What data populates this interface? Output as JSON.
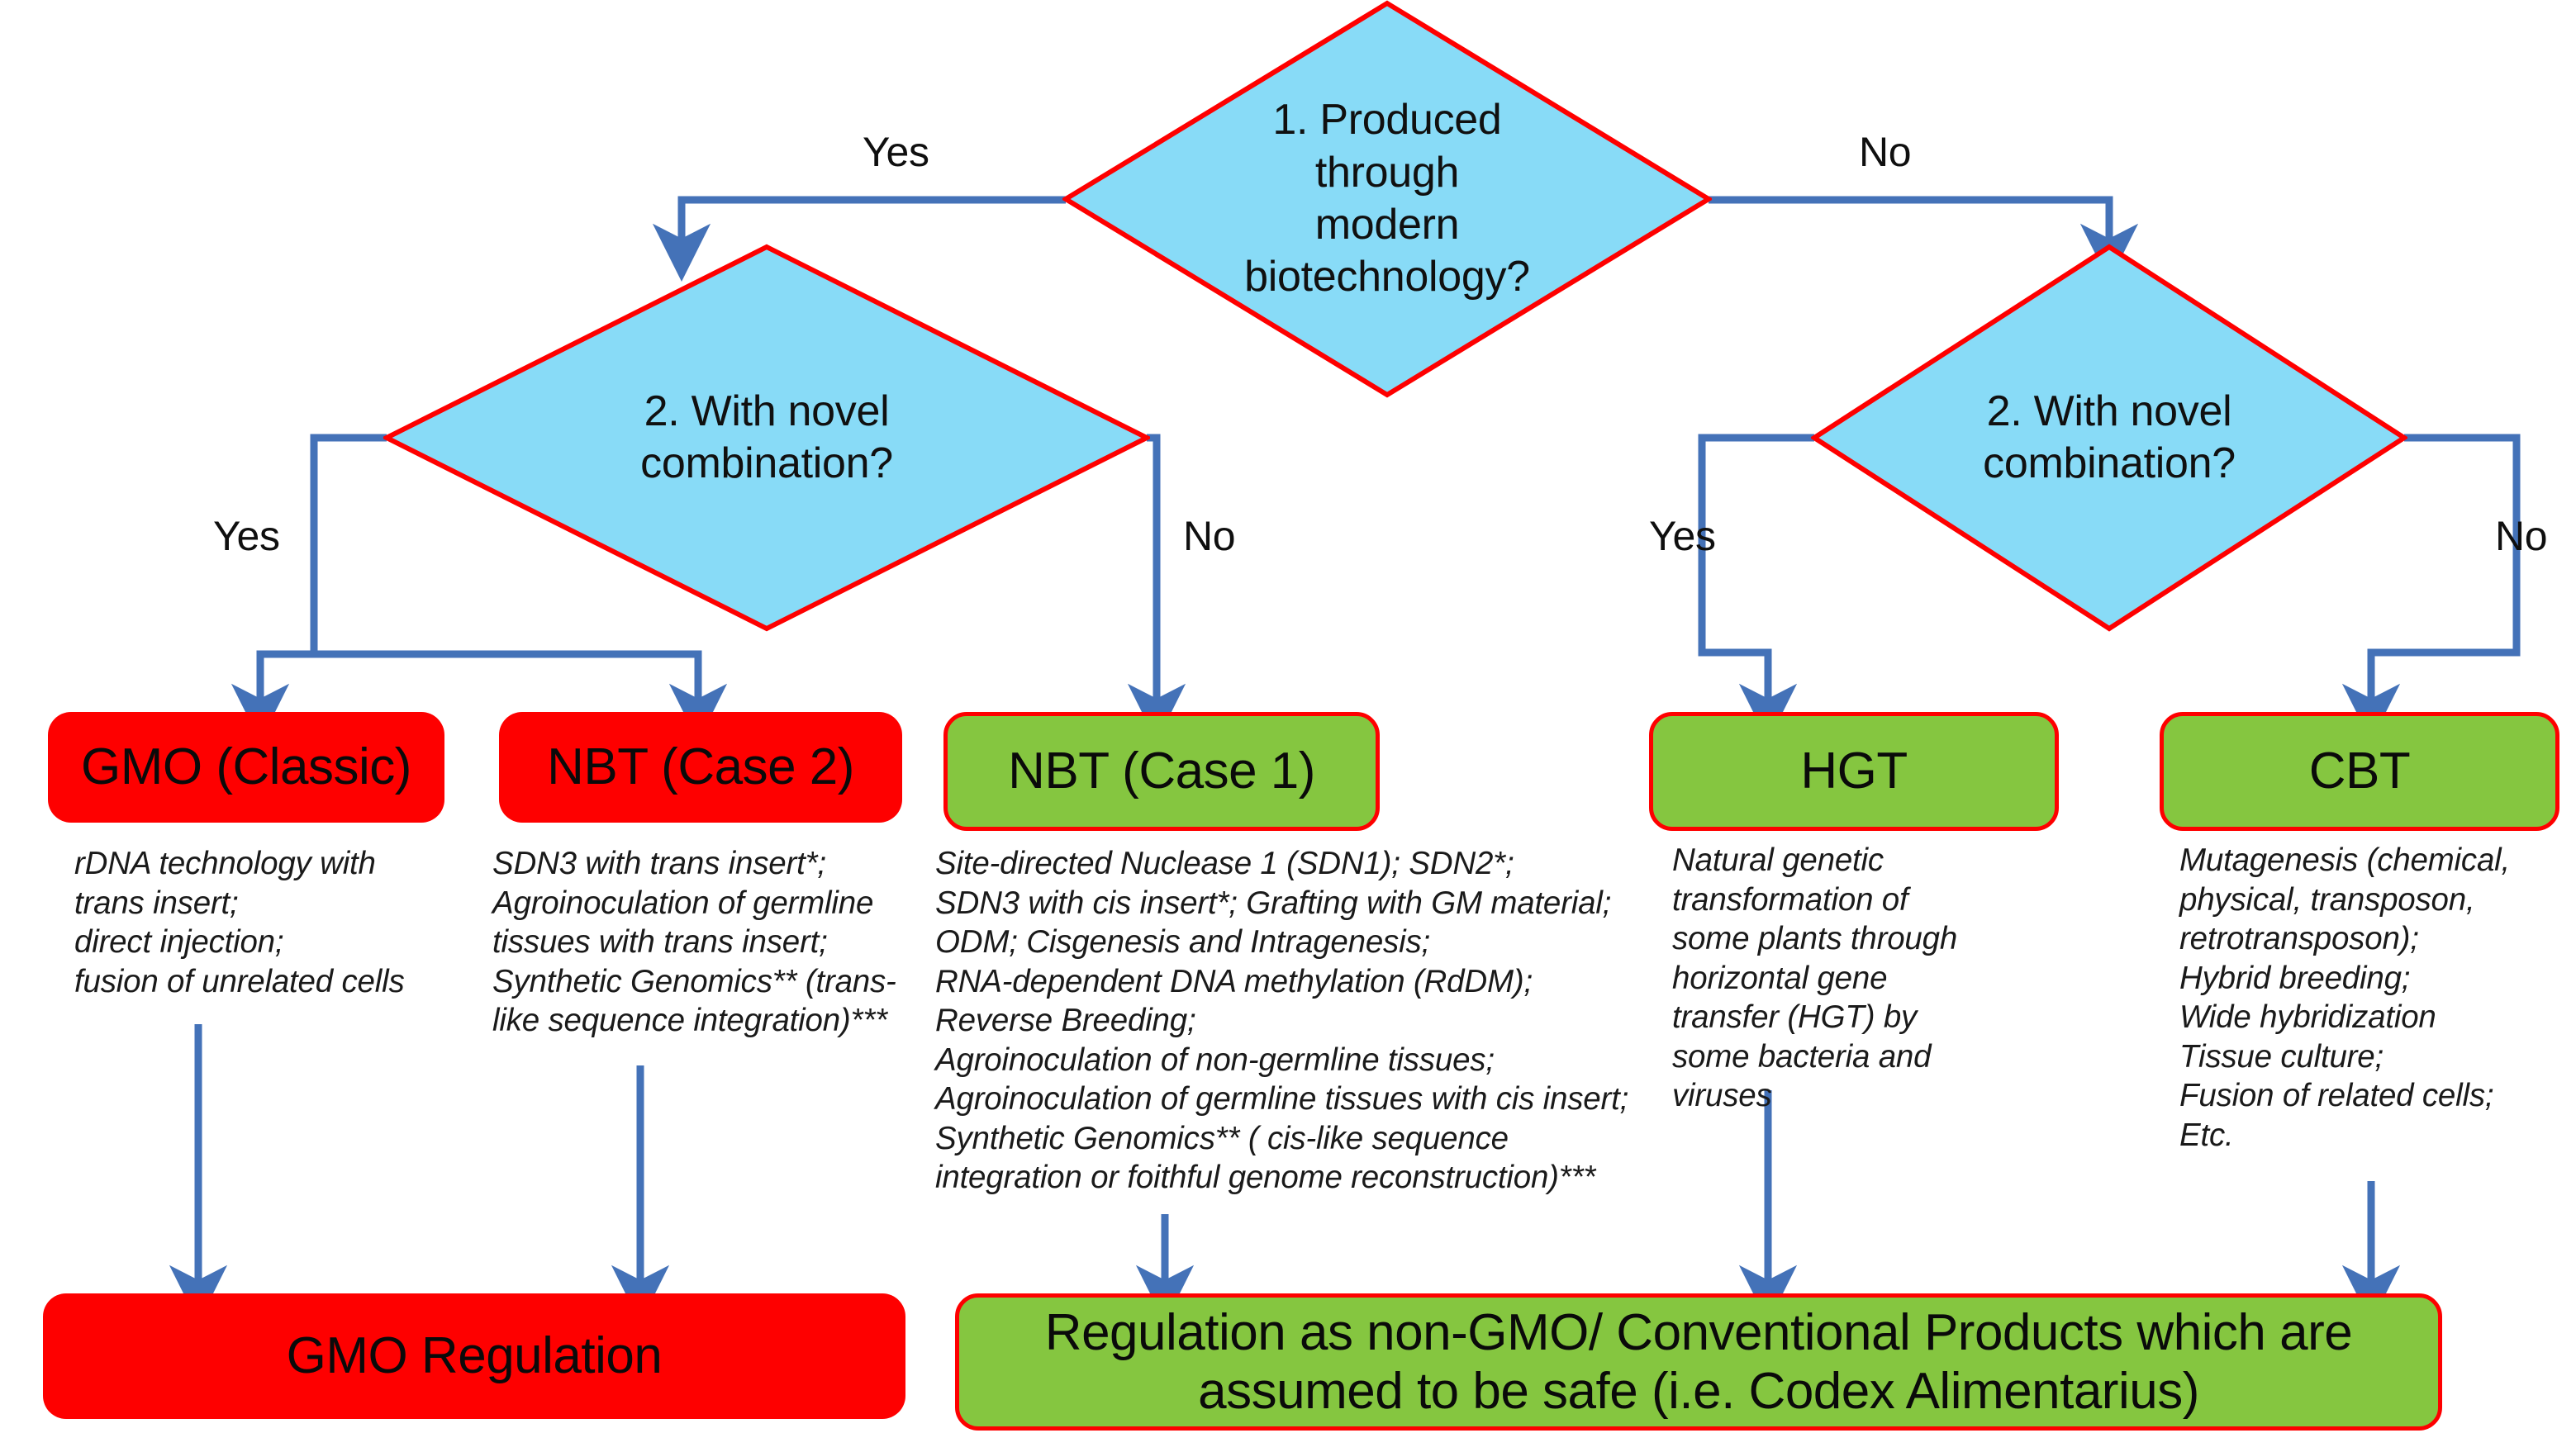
{
  "colors": {
    "diamond_fill": "#88dbf7",
    "diamond_stroke": "#fe0000",
    "connector": "#4472b8",
    "gmo_red": "#fe0000",
    "non_gmo_green": "#85c640",
    "text": "#101010"
  },
  "decisions": {
    "q1": {
      "text": "1. Produced\nthrough\nmodern\nbiotechnology?"
    },
    "q2_left": {
      "text": "2. With novel\ncombination?"
    },
    "q2_right": {
      "text": "2. With novel\ncombination?"
    }
  },
  "edge_labels": {
    "q1_yes": "Yes",
    "q1_no": "No",
    "q2left_yes": "Yes",
    "q2left_no": "No",
    "q2right_yes": "Yes",
    "q2right_no": "No"
  },
  "outcomes": [
    {
      "id": "gmo-classic",
      "label": "GMO (Classic)",
      "style": "red",
      "details": "rDNA technology with\ntrans insert;\ndirect injection;\nfusion of unrelated cells"
    },
    {
      "id": "nbt-case-2",
      "label": "NBT (Case 2)",
      "style": "red",
      "details": "SDN3 with trans insert*;\nAgroinoculation of germline\ntissues with trans insert;\nSynthetic Genomics** (trans-\nlike sequence integration)***"
    },
    {
      "id": "nbt-case-1",
      "label": "NBT (Case 1)",
      "style": "green",
      "details": "Site-directed Nuclease 1 (SDN1); SDN2*;\nSDN3 with cis insert*; Grafting with GM material;\nODM; Cisgenesis and Intragenesis;\nRNA-dependent DNA methylation (RdDM);\nReverse Breeding;\nAgroinoculation of non-germline tissues;\nAgroinoculation of germline tissues with cis insert;\nSynthetic Genomics** ( cis-like sequence\nintegration or foithful genome reconstruction)***"
    },
    {
      "id": "hgt",
      "label": "HGT",
      "style": "green",
      "details": "Natural genetic\ntransformation of\nsome plants through\nhorizontal gene\ntransfer (HGT) by\nsome bacteria and\nviruses"
    },
    {
      "id": "cbt",
      "label": "CBT",
      "style": "green",
      "details": "Mutagenesis (chemical,\nphysical, transposon,\nretrotransposon);\nHybrid breeding;\nWide hybridization\nTissue culture;\nFusion of related cells;\nEtc."
    }
  ],
  "regulations": {
    "gmo": {
      "label": "GMO Regulation",
      "style": "red"
    },
    "non_gmo": {
      "label": "Regulation as non-GMO/ Conventional Products which are\nassumed to be safe (i.e. Codex Alimentarius)",
      "style": "green"
    }
  }
}
